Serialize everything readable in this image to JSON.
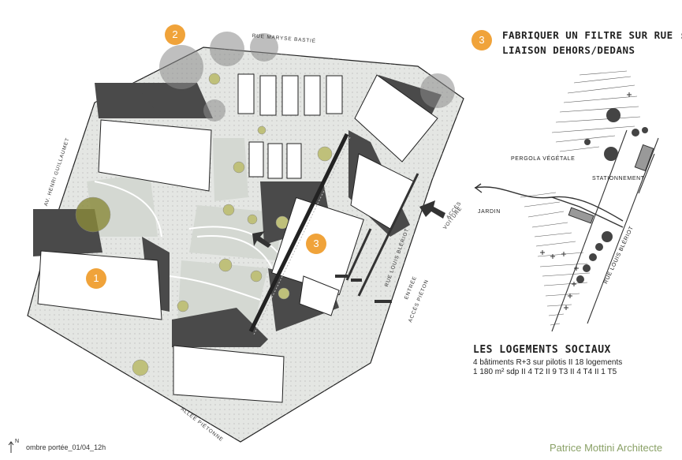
{
  "plan": {
    "streets": {
      "top": "RUE MARYSE BASTIÉ",
      "left": "AV. HENRI GUILLAUMET",
      "right": "RUE LOUIS BLÉRIOT",
      "bottom": "ALLÉE PIÉTONNE"
    },
    "markers": [
      "1",
      "2",
      "3"
    ],
    "access_car": [
      "ACCÈS",
      "VOITURE"
    ],
    "access_ped": [
      "ENTRÉE",
      "ACCÈS PIÉTON"
    ],
    "north": "N",
    "caption": "ombre portée_01/04_12h"
  },
  "section3": {
    "number": "3",
    "title_line1": "FABRIQUER UN FILTRE SUR RUE :",
    "title_line2": "LIAISON DEHORS/DEDANS"
  },
  "sketch": {
    "pergola": "PERGOLA VÉGÉTALE",
    "jardin": "JARDIN",
    "stationnement": "STATIONNEMENT",
    "rue": "RUE LOUIS BLÉRIOT"
  },
  "social": {
    "heading": "LES LOGEMENTS SOCIAUX",
    "line1": "4 bâtiments R+3 sur pilotis   II   18 logements",
    "line2": "1 180 m² sdp   II   4 T2   II   9 T3   II   4 T4   II   1 T5"
  },
  "firm": "Patrice Mottini Architecte",
  "colors": {
    "accent": "#f0a33a",
    "firm": "#8aa167",
    "shadow": "#4a4a4a",
    "tree": "#9a9a3a"
  }
}
